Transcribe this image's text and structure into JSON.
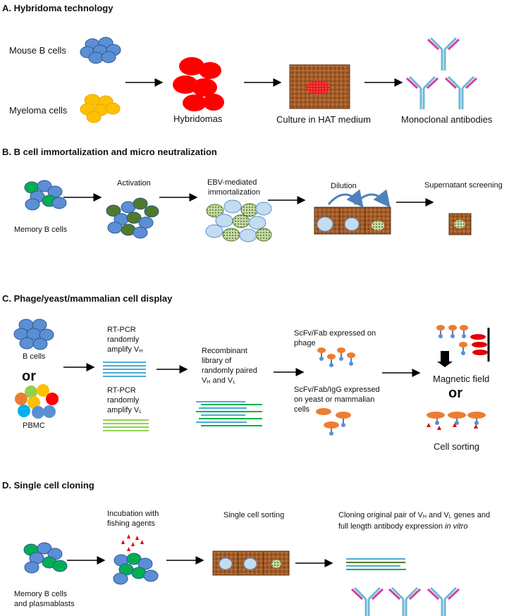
{
  "sections": {
    "a": {
      "title": "A. Hybridoma technology",
      "mouse_b_cells": "Mouse B cells",
      "myeloma_cells": "Myeloma cells",
      "hybridomas": "Hybridomas",
      "culture": "Culture in HAT medium",
      "monoclonal": "Monoclonal  antibodies"
    },
    "b": {
      "title": "B. B cell immortalization and micro neutralization",
      "memory_b_cells": "Memory B cells",
      "activation": "Activation",
      "ebv_line1": "EBV-mediated",
      "ebv_line2": "immortalization",
      "dilution": "Dilution",
      "supernatant": "Supernatant screening"
    },
    "c": {
      "title": "C. Phage/yeast/mammalian cell  display",
      "b_cells": "B cells",
      "or": "or",
      "pbmc": "PBMC",
      "rtpcr_h_1": "RT-PCR",
      "rtpcr_h_2": "randomly",
      "rtpcr_h_3": "amplify V",
      "rtpcr_h_sub": "H",
      "rtpcr_l_1": "RT-PCR",
      "rtpcr_l_2": "randomly",
      "rtpcr_l_3": "amplify V",
      "rtpcr_l_sub": "L",
      "lib_1": "Recombinant",
      "lib_2": "library of",
      "lib_3": "randomly paired",
      "lib_4a": "V",
      "lib_4b": "H",
      "lib_4c": " and V",
      "lib_4d": "L",
      "phage_1": "ScFv/Fab expressed on",
      "phage_2": "phage",
      "yeast_1": "ScFv/Fab/IgG expressed",
      "yeast_2": "on yeast or mammalian",
      "yeast_3": "cells",
      "magnetic": "Magnetic field",
      "or2": "or",
      "cell_sorting": "Cell sorting"
    },
    "d": {
      "title": "D. Single cell cloning",
      "memory_1": "Memory B cells",
      "memory_2": "and plasmablasts",
      "incubation_1": "Incubation with",
      "incubation_2": "fishing agents",
      "single_sort": "Single cell sorting",
      "cloning_1a": "Cloning original pair of V",
      "cloning_1b": "H",
      "cloning_1c": " and V",
      "cloning_1d": "L",
      "cloning_1e": " genes and",
      "cloning_2a": "full length antibody expression ",
      "cloning_2b": "in vitro"
    }
  },
  "colors": {
    "b_cell_blue": "#5b8fd4",
    "myeloma_yellow": "#ffc000",
    "hybridoma_red": "#ff0000",
    "memory_green": "#00b050",
    "activated_green": "#4f7a28",
    "culture_brown": "#a35d2a",
    "antibody_heavy": "#6fb7d6",
    "antibody_light": "#d0439e",
    "vh_line": "#4aacd6",
    "vl_line": "#92d050",
    "scfv_orange": "#ed7d31",
    "target_red": "#e00000"
  }
}
